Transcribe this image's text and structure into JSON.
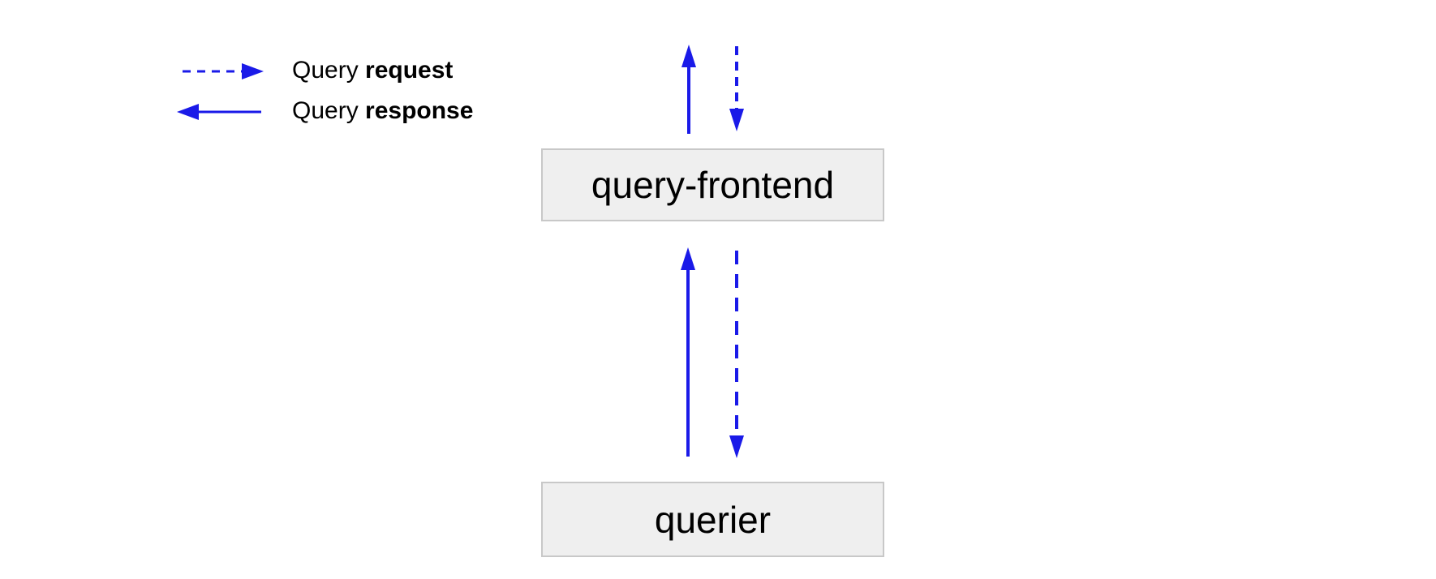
{
  "diagram": {
    "type": "architecture-flow",
    "background": "#ffffff",
    "legend": {
      "items": [
        {
          "id": "query-request",
          "arrow_style": "dashed",
          "arrow_direction": "right",
          "label_regular": "Query ",
          "label_bold": "request"
        },
        {
          "id": "query-response",
          "arrow_style": "solid",
          "arrow_direction": "left",
          "label_regular": "Query ",
          "label_bold": "response"
        }
      ]
    },
    "nodes": [
      {
        "id": "query-frontend",
        "label": "query-frontend"
      },
      {
        "id": "querier",
        "label": "querier"
      }
    ],
    "edges": [
      {
        "from": "query-frontend",
        "to": "upstream",
        "type": "query-response",
        "style": "solid",
        "direction": "up"
      },
      {
        "from": "upstream",
        "to": "query-frontend",
        "type": "query-request",
        "style": "dashed",
        "direction": "down"
      },
      {
        "from": "querier",
        "to": "query-frontend",
        "type": "query-response",
        "style": "solid",
        "direction": "up"
      },
      {
        "from": "query-frontend",
        "to": "querier",
        "type": "query-request",
        "style": "dashed",
        "direction": "down"
      }
    ],
    "colors": {
      "arrow_blue": "#1a1ae8",
      "node_fill": "#efefef",
      "node_border": "#c8c8c8",
      "text": "#000000"
    }
  }
}
